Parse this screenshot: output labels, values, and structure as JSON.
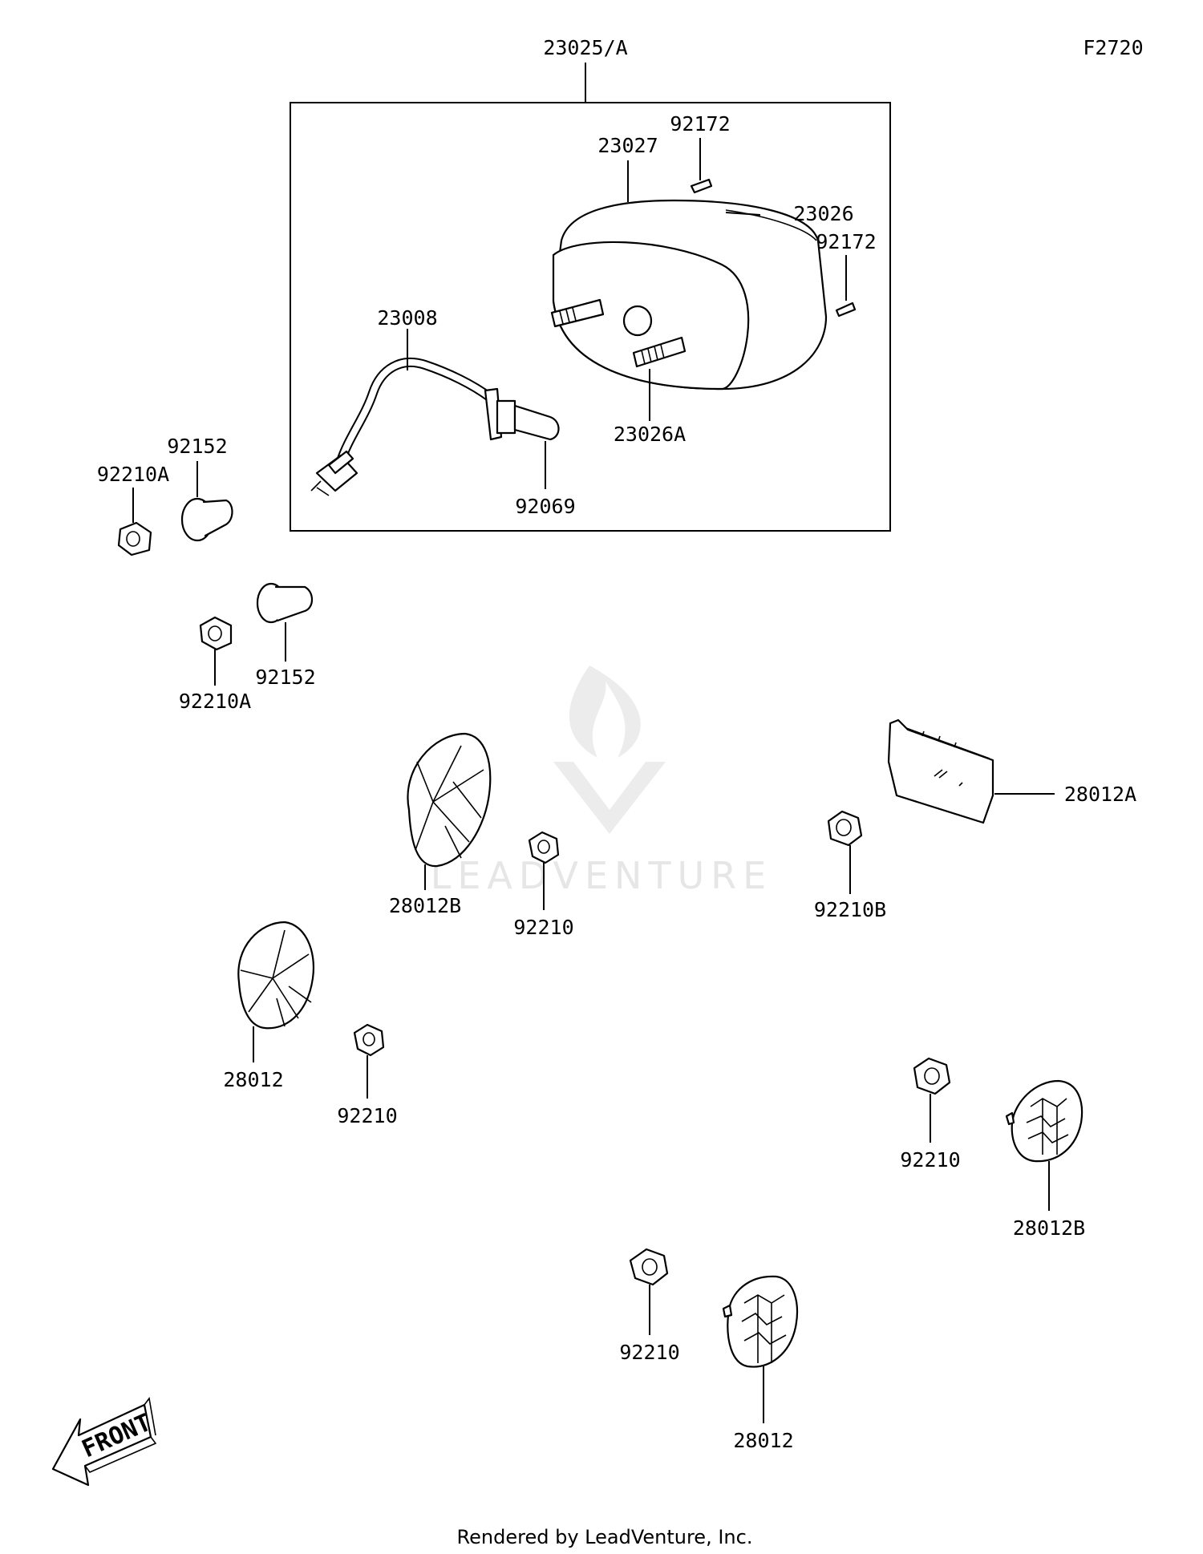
{
  "figure_code": "F2720",
  "footer": "Rendered by LeadVenture, Inc.",
  "watermark": "LEADVENTURE",
  "front_arrow_text": "FRONT",
  "labels": {
    "tail_light_assy": "23025/A",
    "screw_upper": "92172",
    "housing": "23027",
    "lens": "23026",
    "screw_right": "92172",
    "socket_cord": "23008",
    "lens_bolt": "23026A",
    "bulb": "92069",
    "collar_upper": "92152",
    "nut_upper": "92210A",
    "collar_lower": "92152",
    "nut_lower": "92210A",
    "reflector_28012A": "28012A",
    "reflector_28012B_upper": "28012B",
    "nut_92210_upper": "92210",
    "nut_92210B": "92210B",
    "reflector_28012_left": "28012",
    "nut_92210_left": "92210",
    "nut_92210_right": "92210",
    "reflector_28012B_right": "28012B",
    "nut_92210_bottom": "92210",
    "reflector_28012_bottom": "28012"
  }
}
